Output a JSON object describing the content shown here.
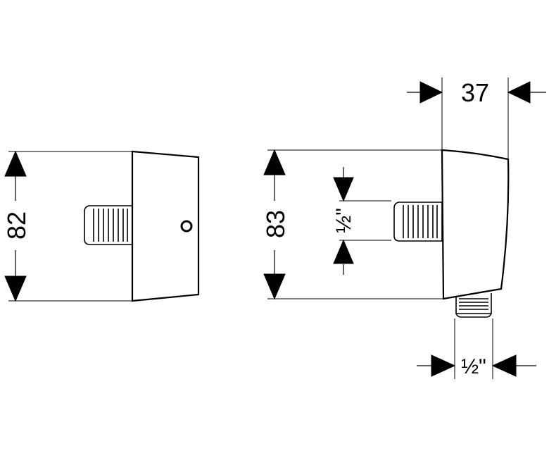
{
  "dimensions": {
    "left_height": "82",
    "right_height": "83",
    "depth": "37",
    "inlet_thread": "½\"",
    "outlet_thread": "½\""
  },
  "colors": {
    "line": "#000000",
    "background": "#ffffff"
  }
}
